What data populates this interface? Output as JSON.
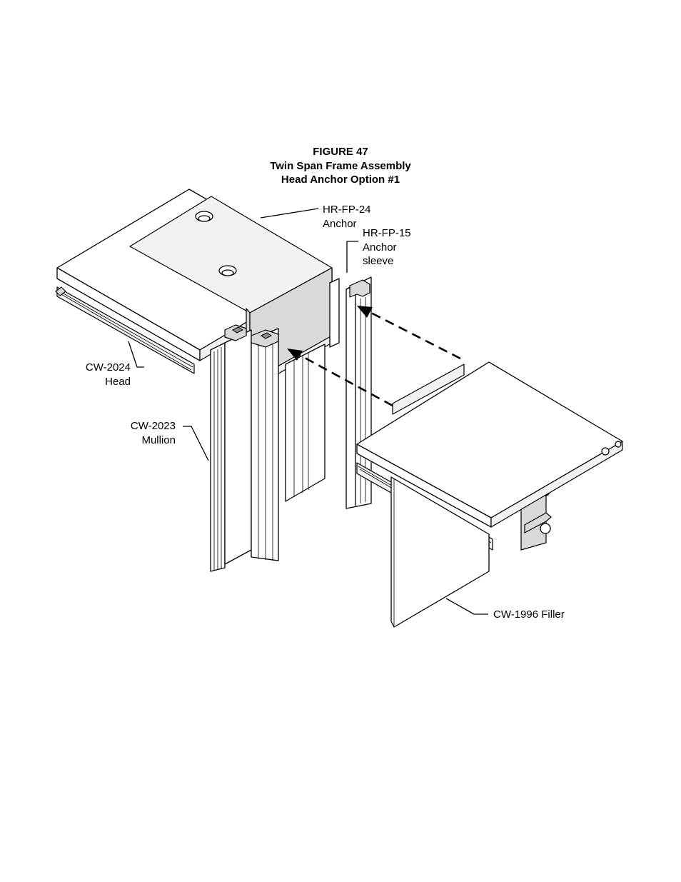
{
  "figure": {
    "number": "FIGURE 47",
    "title": "Twin Span Frame Assembly",
    "subtitle": "Head Anchor Option #1"
  },
  "callouts": {
    "anchor": {
      "part": "HR-FP-24",
      "desc": "Anchor"
    },
    "sleeve": {
      "part": "HR-FP-15",
      "desc1": "Anchor",
      "desc2": "sleeve"
    },
    "head": {
      "part": "CW-2024",
      "desc": "Head"
    },
    "mullion": {
      "part": "CW-2023",
      "desc": "Mullion"
    },
    "filler": {
      "text": "CW-1996 Filler"
    }
  }
}
